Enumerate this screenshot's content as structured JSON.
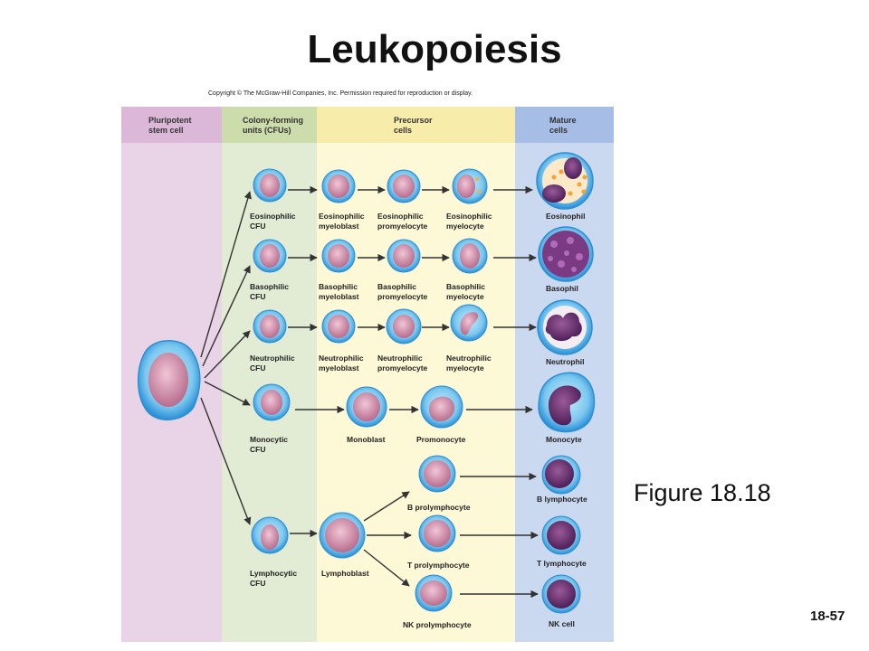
{
  "title": "Leukopoiesis",
  "copyright": "Copyright © The McGraw-Hill Companies, Inc. Permission required for reproduction or display.",
  "figure_label": "Figure 18.18",
  "page_number": "18-57",
  "colors": {
    "pluripotent_bg": "#e9d3e6",
    "pluripotent_head": "#dcb8d8",
    "cfu_bg": "#e2ebd3",
    "cfu_head": "#ccdcaa",
    "precursor_bg": "#fdf8d6",
    "precursor_head": "#f8ecaa",
    "mature_bg": "#cad8f0",
    "mature_head": "#a6bde6",
    "cell_membrane": "#3aa6e6",
    "nucleus": "#c9839e",
    "nucleus_dark": "#5e2a66"
  },
  "columns": [
    {
      "label": "Pluripotent\nstem cell"
    },
    {
      "label": "Colony-forming\nunits (CFUs)"
    },
    {
      "label": "Precursor\ncells"
    },
    {
      "label": "Mature\ncells"
    }
  ],
  "labels": {
    "eos_cfu": "Eosinophilic\nCFU",
    "eos_myeloblast": "Eosinophilic\nmyeloblast",
    "eos_promyelocyte": "Eosinophilic\npromyelocyte",
    "eos_myelocyte": "Eosinophilic\nmyelocyte",
    "eosinophil": "Eosinophil",
    "bas_cfu": "Basophilic\nCFU",
    "bas_myeloblast": "Basophilic\nmyeloblast",
    "bas_promyelocyte": "Basophilic\npromyelocyte",
    "bas_myelocyte": "Basophilic\nmyelocyte",
    "basophil": "Basophil",
    "neu_cfu": "Neutrophilic\nCFU",
    "neu_myeloblast": "Neutrophilic\nmyeloblast",
    "neu_promyelocyte": "Neutrophilic\npromyelocyte",
    "neu_myelocyte": "Neutrophilic\nmyelocyte",
    "neutrophil": "Neutrophil",
    "mono_cfu": "Monocytic\nCFU",
    "monoblast": "Monoblast",
    "promonocyte": "Promonocyte",
    "monocyte": "Monocyte",
    "b_prolymphocyte": "B prolymphocyte",
    "b_lymphocyte": "B lymphocyte",
    "lymph_cfu": "Lymphocytic\nCFU",
    "lymphoblast": "Lymphoblast",
    "t_prolymphocyte": "T prolymphocyte",
    "t_lymphocyte": "T lymphocyte",
    "nk_prolymphocyte": "NK prolymphocyte",
    "nk_cell": "NK cell"
  }
}
